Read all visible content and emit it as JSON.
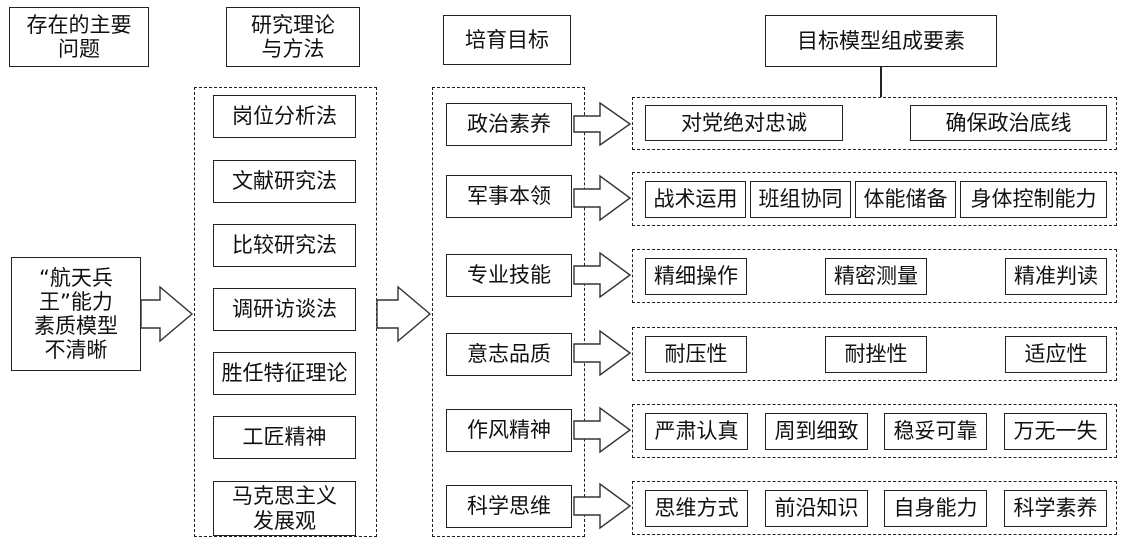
{
  "headers": {
    "problems": "存在的主要\n问题",
    "theory": "研究理论\n与方法",
    "goal": "培育目标",
    "elements": "目标模型组成要素"
  },
  "problem": "“航天兵\n王”能力\n素质模型\n不清晰",
  "methods": [
    "岗位分析法",
    "文献研究法",
    "比较研究法",
    "调研访谈法",
    "胜任特征理论",
    "工匠精神",
    "马克思主义\n发展观"
  ],
  "goals": [
    "政治素养",
    "军事本领",
    "专业技能",
    "意志品质",
    "作风精神",
    "科学思维"
  ],
  "elements": [
    [
      "对党绝对忠诚",
      "确保政治底线"
    ],
    [
      "战术运用",
      "班组协同",
      "体能储备",
      "身体控制能力"
    ],
    [
      "精细操作",
      "精密测量",
      "精准判读"
    ],
    [
      "耐压性",
      "耐挫性",
      "适应性"
    ],
    [
      "严肃认真",
      "周到细致",
      "稳妥可靠",
      "万无一失"
    ],
    [
      "思维方式",
      "前沿知识",
      "自身能力",
      "科学素养"
    ]
  ]
}
